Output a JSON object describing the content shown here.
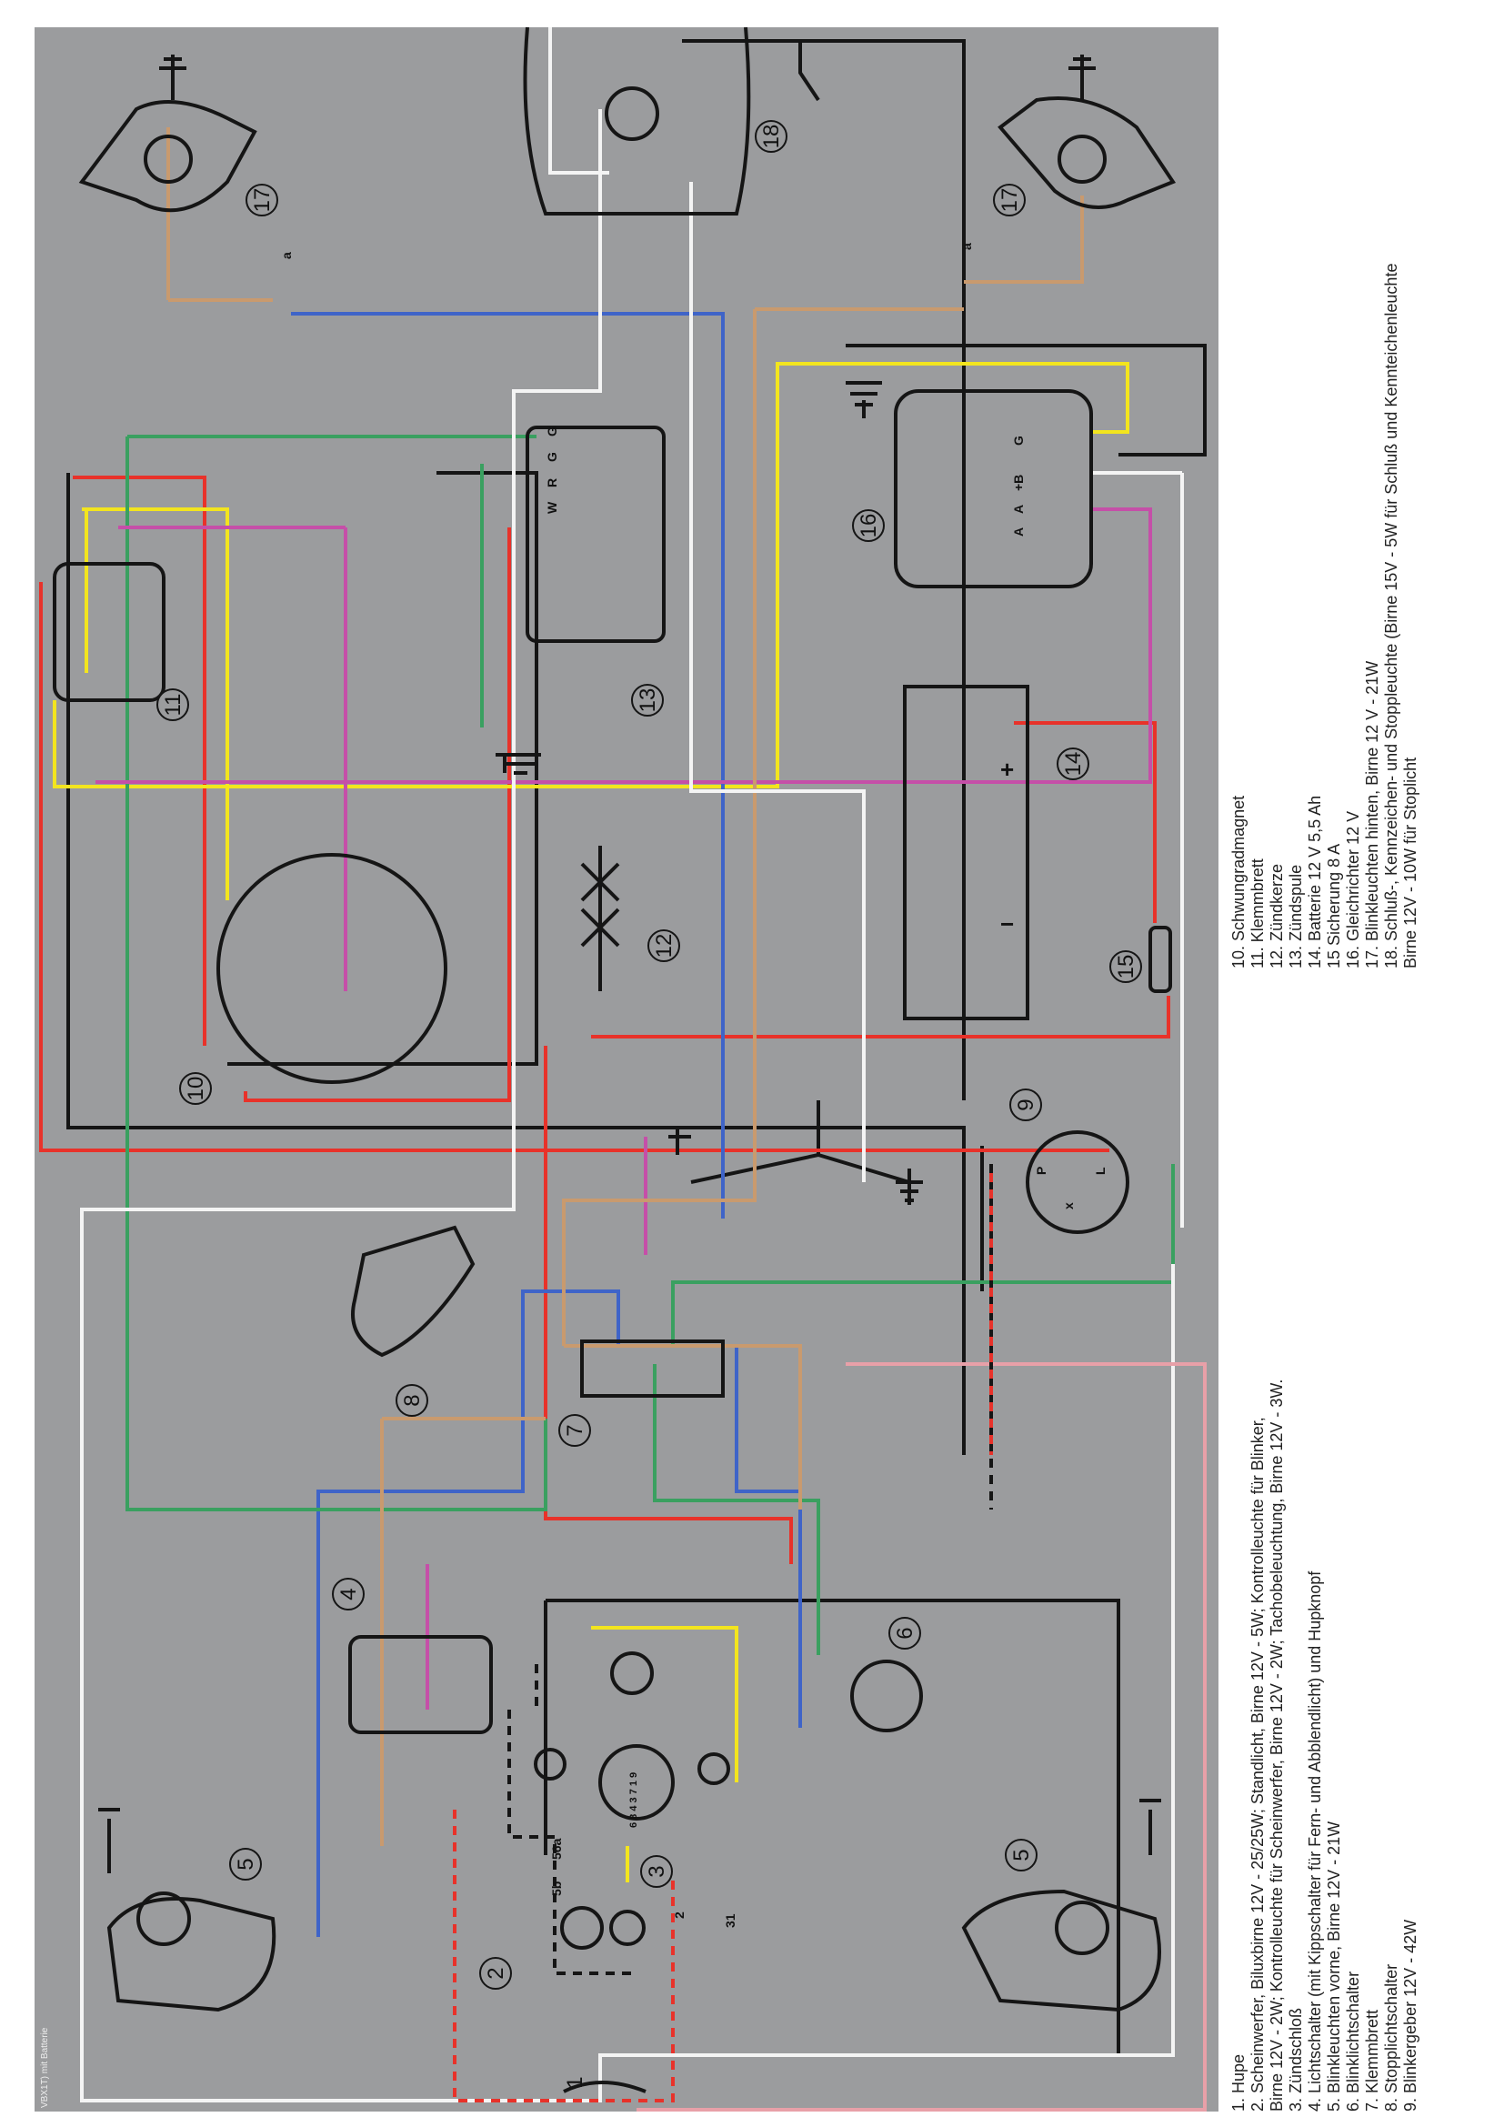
{
  "model_note": "VBX1T) mit Batterie",
  "legend_left": [
    "1. Hupe",
    "2. Scheinwerfer, Biluxbirne 12V - 25/25W; Standlicht, Birne 12V - 5W; Kontrolleuchte für Blinker,",
    "Birne 12V - 2W; Kontrolleuchte für Scheinwerfer, Birne 12V - 2W; Tachobeleuchtung, Birne 12V - 3W.",
    "3. Zündschloß",
    "4. Lichtschalter (mit Kippschalter für Fern- und Abblendlicht) und Hupknopf",
    "5. Blinkleuchten vorne, Birne 12V - 21W",
    "6. Blinklichtschalter",
    "7. Klemmbrett",
    "8. Stopplichtschalter",
    "9. Blinkergeber 12V - 42W"
  ],
  "legend_right": [
    "10. Schwungradmagnet",
    "11. Klemmbrett",
    "12. Zündkerze",
    "13. Zündspule",
    "14. Batterie 12 V 5,5 Ah",
    "15 Sicherung 8 A",
    "16. Gleichrichter 12 V",
    "17. Blinkleuchten hinten, Birne 12 V - 21W",
    "18. Schluß-, Kennzeichen- und Stoppleuchte (Birne 15V - 5W für Schluß und Kennteichenleuchte",
    "Birne 12V - 10W für Stoplicht"
  ],
  "component_labels": {
    "c1": "1",
    "c2": "2",
    "c3": "3",
    "c4": "4",
    "c5a": "5",
    "c5b": "5",
    "c6": "6",
    "c7": "7",
    "c8": "8",
    "c9": "9",
    "c10": "10",
    "c11": "11",
    "c12": "12",
    "c13": "13",
    "c14": "14",
    "c15": "15",
    "c16": "16",
    "c17a": "17",
    "c17b": "17",
    "c18": "18"
  },
  "terminal_labels": {
    "coil_g1": "G",
    "coil_g2": "G",
    "coil_r": "R",
    "coil_w": "W",
    "rect_a1": "A",
    "rect_a2": "A",
    "rect_b": "+B",
    "rect_g": "G",
    "bat_plus": "+",
    "bat_minus": "−",
    "flasher_p": "P",
    "flasher_l": "L",
    "flasher_x": "x",
    "lamp_a1": "a",
    "lamp_a2": "a",
    "head_56a": "56a",
    "head_56b": "5b",
    "head_31": "31",
    "head_2": "2",
    "key_pins": "6 8 4 3 7 1 9"
  },
  "colors": {
    "panel": "#9b9c9e",
    "red": "#e8322a",
    "yellow": "#f3e51e",
    "blue": "#3f64c8",
    "green": "#3aa060",
    "pink": "#c54fa8",
    "tan": "#c99a6e",
    "white": "#f4f4f4",
    "black": "#151515",
    "lightpink": "#e8a0a8"
  }
}
